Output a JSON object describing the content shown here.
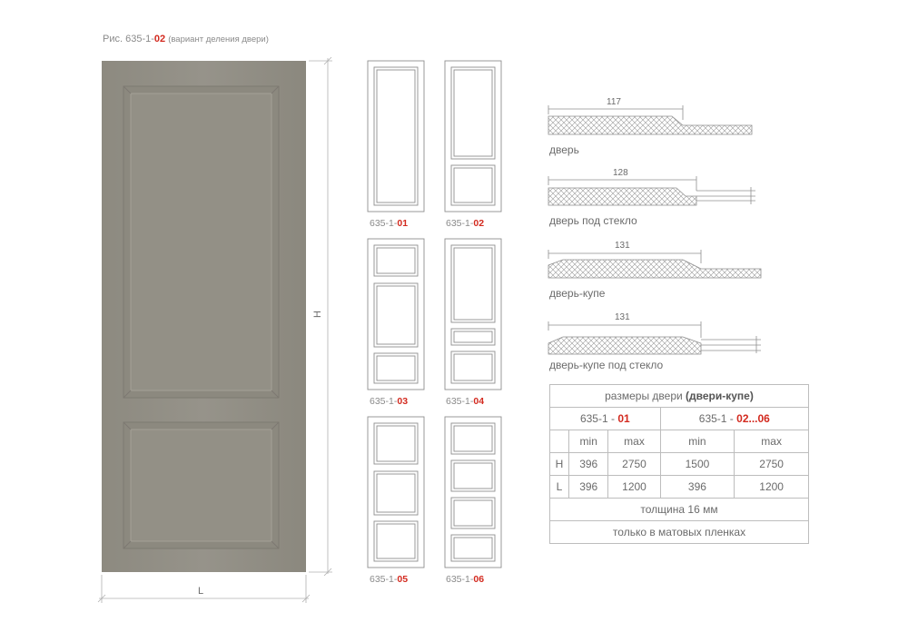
{
  "caption": {
    "prefix": "Рис. 635-1-",
    "variant": "02",
    "suffix": "(вариант деления двери)"
  },
  "main_door": {
    "color": "#8f8c82",
    "height_label": "H",
    "width_label": "L"
  },
  "variants": [
    {
      "prefix": "635-1-",
      "code": "01"
    },
    {
      "prefix": "635-1-",
      "code": "02"
    },
    {
      "prefix": "635-1-",
      "code": "03"
    },
    {
      "prefix": "635-1-",
      "code": "04"
    },
    {
      "prefix": "635-1-",
      "code": "05"
    },
    {
      "prefix": "635-1-",
      "code": "06"
    }
  ],
  "profiles": [
    {
      "label": "дверь",
      "dimension": "117"
    },
    {
      "label": "дверь под стекло",
      "dimension": "128"
    },
    {
      "label": "дверь-купе",
      "dimension": "131"
    },
    {
      "label": "дверь-купе под стекло",
      "dimension": "131"
    }
  ],
  "table": {
    "title_plain": "размеры двери",
    "title_bold": "(двери-купе)",
    "group1_prefix": "635-1 - ",
    "group1_code": "01",
    "group2_prefix": "635-1 - ",
    "group2_code": "02...06",
    "col_min": "min",
    "col_max": "max",
    "rows": [
      {
        "label": "H",
        "values": [
          "396",
          "2750",
          "1500",
          "2750"
        ]
      },
      {
        "label": "L",
        "values": [
          "396",
          "1200",
          "396",
          "1200"
        ]
      }
    ],
    "thickness": "толщина 16 мм",
    "note": "только в матовых пленках"
  },
  "colors": {
    "accent_red": "#d32a1f",
    "line_gray": "#9a9a9a"
  }
}
